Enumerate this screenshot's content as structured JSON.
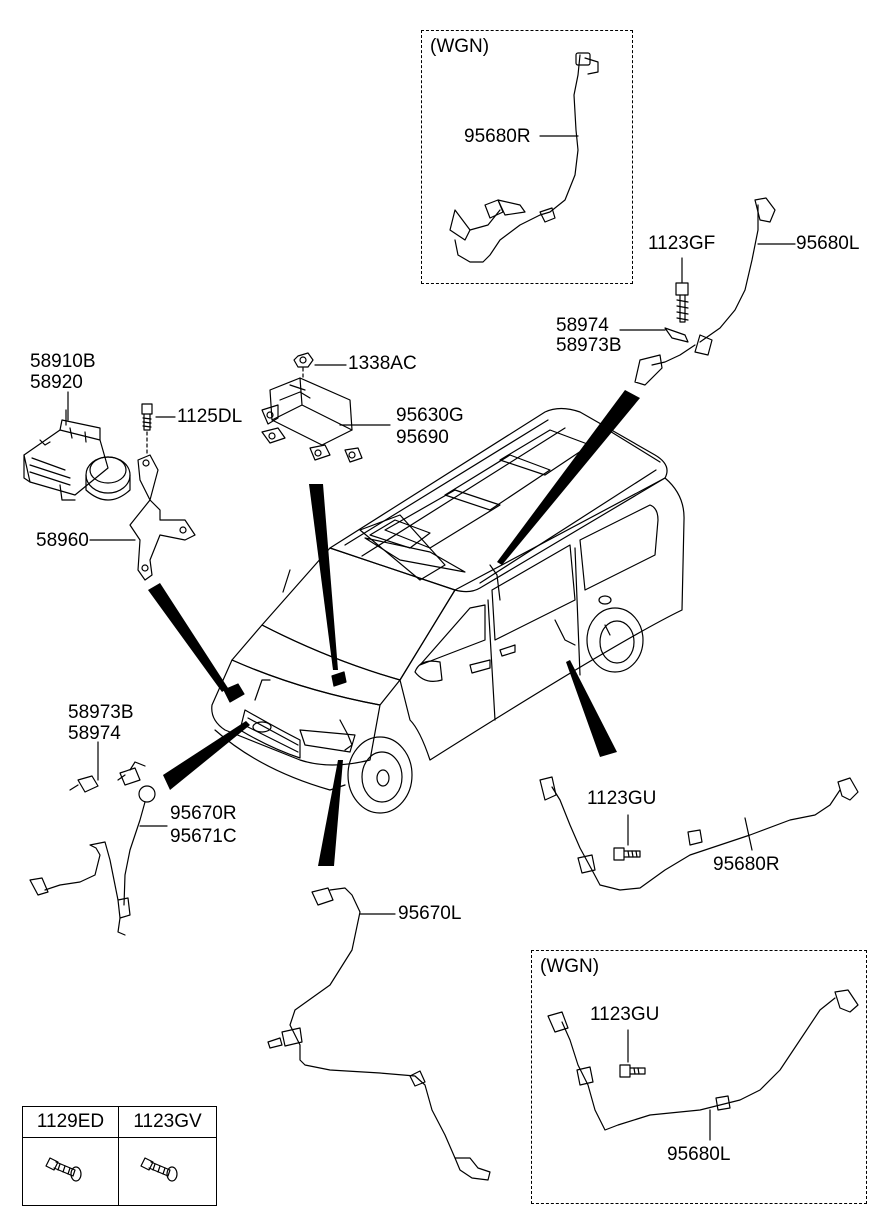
{
  "boxes": {
    "wgn_top": "(WGN)",
    "wgn_bottom": "(WGN)"
  },
  "labels": {
    "p95680R_top": "95680R",
    "p1123GF": "1123GF",
    "p95680L_top": "95680L",
    "p58974_a": "58974",
    "p58973B_a": "58973B",
    "p58910B": "58910B",
    "p58920": "58920",
    "p1338AC": "1338AC",
    "p1125DL": "1125DL",
    "p95630G": "95630G",
    "p95690": "95690",
    "p58960": "58960",
    "p58973B_b": "58973B",
    "p58974_b": "58974",
    "p95670R": "95670R",
    "p95671C": "95671C",
    "p1123GU_mid": "1123GU",
    "p95680R_mid": "95680R",
    "p95670L": "95670L",
    "p1123GU_bot": "1123GU",
    "p95680L_bot": "95680L"
  },
  "fastener_table": {
    "columns": [
      "1129ED",
      "1123GV"
    ]
  },
  "colors": {
    "line": "#000000",
    "background": "#ffffff"
  }
}
